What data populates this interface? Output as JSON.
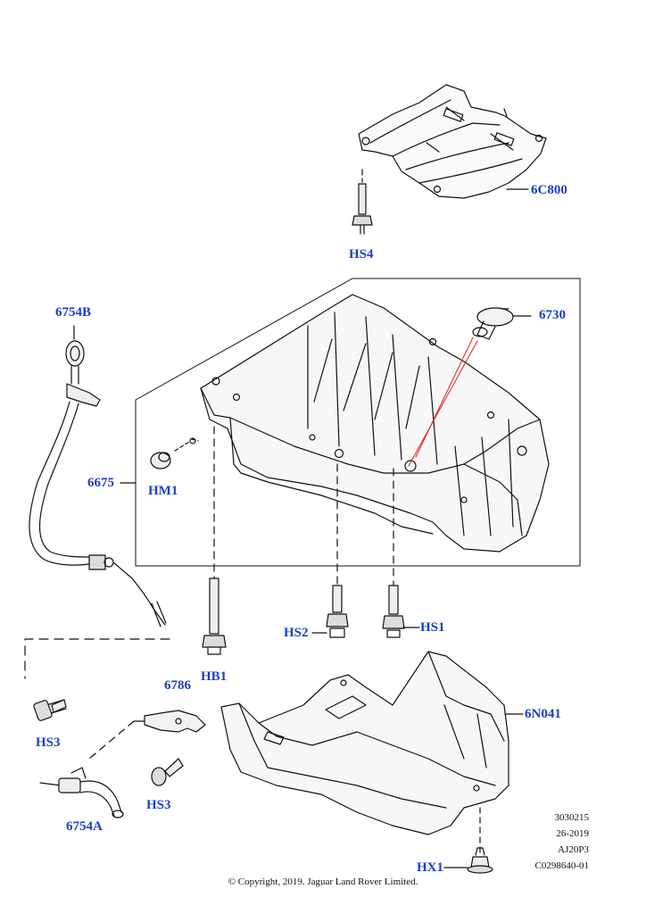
{
  "callouts": {
    "c6C800": "6C800",
    "hs4": "HS4",
    "c6754B": "6754B",
    "c6730": "6730",
    "c6675": "6675",
    "hm1": "HM1",
    "hs2": "HS2",
    "hs1": "HS1",
    "hb1": "HB1",
    "c6786": "6786",
    "c6N041": "6N041",
    "hs3_left": "HS3",
    "hs3_mid": "HS3",
    "c6754A": "6754A",
    "hx1": "HX1"
  },
  "meta": {
    "line1": "3030215",
    "line2": "26-2019",
    "line3": "AJ20P3",
    "line4": "C0298640-01"
  },
  "copyright": "© Copyright, 2019. Jaguar Land Rover Limited.",
  "colors": {
    "callout": "#1a3fc7",
    "line": "#111111",
    "leader_red": "#e02020"
  }
}
